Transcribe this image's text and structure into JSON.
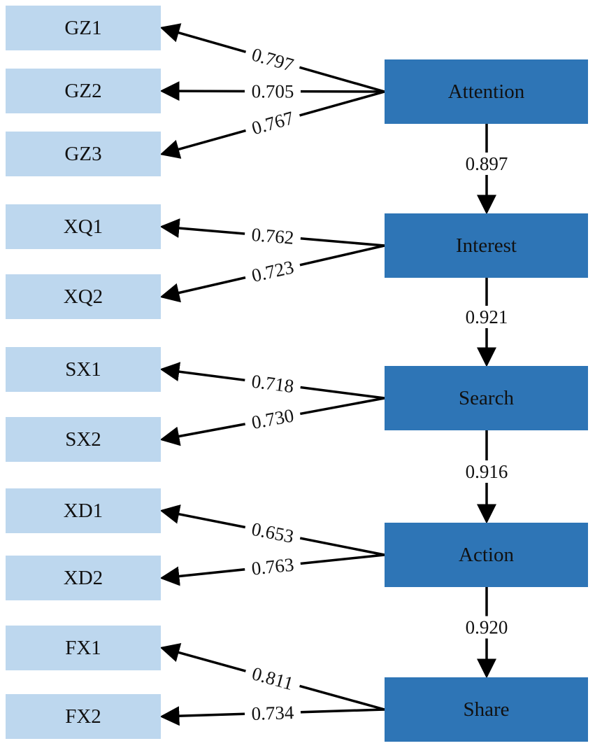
{
  "colors": {
    "indicator_fill": "#bdd7ee",
    "construct_fill": "#2e75b6",
    "arrow": "#000000"
  },
  "indicators": [
    {
      "id": "GZ1",
      "label": "GZ1"
    },
    {
      "id": "GZ2",
      "label": "GZ2"
    },
    {
      "id": "GZ3",
      "label": "GZ3"
    },
    {
      "id": "XQ1",
      "label": "XQ1"
    },
    {
      "id": "XQ2",
      "label": "XQ2"
    },
    {
      "id": "SX1",
      "label": "SX1"
    },
    {
      "id": "SX2",
      "label": "SX2"
    },
    {
      "id": "XD1",
      "label": "XD1"
    },
    {
      "id": "XD2",
      "label": "XD2"
    },
    {
      "id": "FX1",
      "label": "FX1"
    },
    {
      "id": "FX2",
      "label": "FX2"
    }
  ],
  "constructs": [
    {
      "id": "attention",
      "label": "Attention"
    },
    {
      "id": "interest",
      "label": "Interest"
    },
    {
      "id": "search",
      "label": "Search"
    },
    {
      "id": "action",
      "label": "Action"
    },
    {
      "id": "share",
      "label": "Share"
    }
  ],
  "loadings": [
    {
      "from": "attention",
      "to": "GZ1",
      "value": "0.797"
    },
    {
      "from": "attention",
      "to": "GZ2",
      "value": "0.705"
    },
    {
      "from": "attention",
      "to": "GZ3",
      "value": "0.767"
    },
    {
      "from": "interest",
      "to": "XQ1",
      "value": "0.762"
    },
    {
      "from": "interest",
      "to": "XQ2",
      "value": "0.723"
    },
    {
      "from": "search",
      "to": "SX1",
      "value": "0.718"
    },
    {
      "from": "search",
      "to": "SX2",
      "value": "0.730"
    },
    {
      "from": "action",
      "to": "XD1",
      "value": "0.653"
    },
    {
      "from": "action",
      "to": "XD2",
      "value": "0.763"
    },
    {
      "from": "share",
      "to": "FX1",
      "value": "0.811"
    },
    {
      "from": "share",
      "to": "FX2",
      "value": "0.734"
    }
  ],
  "paths": [
    {
      "from": "attention",
      "to": "interest",
      "value": "0.897"
    },
    {
      "from": "interest",
      "to": "search",
      "value": "0.921"
    },
    {
      "from": "search",
      "to": "action",
      "value": "0.916"
    },
    {
      "from": "action",
      "to": "share",
      "value": "0.920"
    }
  ]
}
